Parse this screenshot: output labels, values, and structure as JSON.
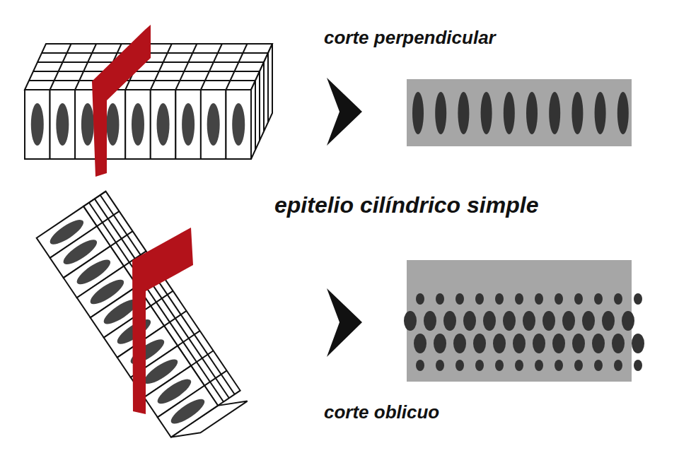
{
  "diagram": {
    "title": "epitelio cilíndrico simple",
    "labels": [
      "corte perpendicular",
      "corte oblicuo"
    ]
  }
}
